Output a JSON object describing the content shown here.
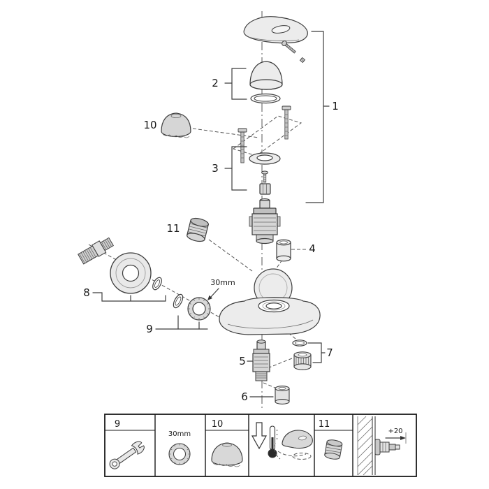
{
  "figure": {
    "type": "exploded-parts-diagram",
    "subject": "wall-mounted single-lever bath mixer"
  },
  "callouts": {
    "c1": "1",
    "c2": "2",
    "c3": "3",
    "c4": "4",
    "c5": "5",
    "c6": "6",
    "c7": "7",
    "c8": "8",
    "c9": "9",
    "c10": "10",
    "c11": "11"
  },
  "annotations": {
    "wrench_size": "30mm"
  },
  "legend": {
    "cells": [
      {
        "label": "9",
        "icon": "wrench-icon"
      },
      {
        "label": "30mm",
        "icon": "ring-nut-icon"
      },
      {
        "label": "10",
        "icon": "dome-cap-icon"
      },
      {
        "label": "",
        "icon": "lever-thermometer-icon"
      },
      {
        "label": "11",
        "icon": "connector-icon"
      },
      {
        "label": "+20",
        "icon": "wall-extension-icon"
      }
    ]
  },
  "colors": {
    "background": "#ffffff",
    "line": "#3c3c3c",
    "part_light": "#ececec",
    "part_mid": "#d6d6d6",
    "part_dark": "#c0c0c0"
  }
}
